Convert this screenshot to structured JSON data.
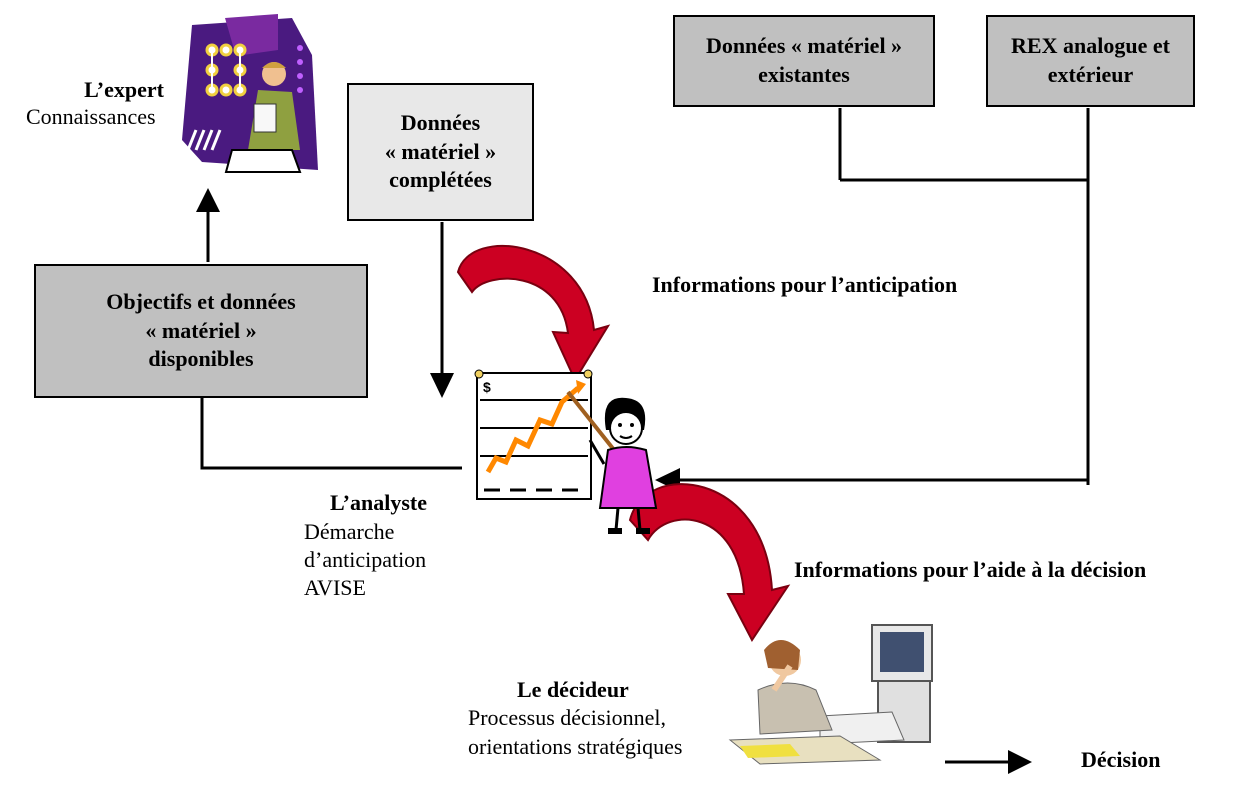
{
  "boxes": {
    "existing_data": "Données « matériel »\nexistantes",
    "rex": "REX analogue et\nextérieur",
    "completed_data": "Données\n« matériel »\ncomplétées",
    "objectives": "Objectifs et données\n« matériel »\ndisponibles"
  },
  "actors": {
    "expert": {
      "title": "L’expert",
      "desc": "Connaissances"
    },
    "analyst": {
      "title": "L’analyste",
      "desc": "Démarche\nd’anticipation\nAVISE"
    },
    "decider": {
      "title": "Le décideur",
      "desc": "Processus décisionnel,\norientations stratégiques"
    }
  },
  "flows": {
    "anticipation": "Informations pour l’anticipation",
    "decision_aid": "Informations pour l’aide à la décision",
    "decision": "Décision"
  },
  "chart_sign": "$",
  "colors": {
    "box_dark": "#c0c0c0",
    "box_light": "#e8e8e8",
    "curved_arrow": "#cc0022",
    "chart_line": "#ff8800",
    "analyst_dress": "#e040e0",
    "expert_bg": "#4a1a80"
  }
}
